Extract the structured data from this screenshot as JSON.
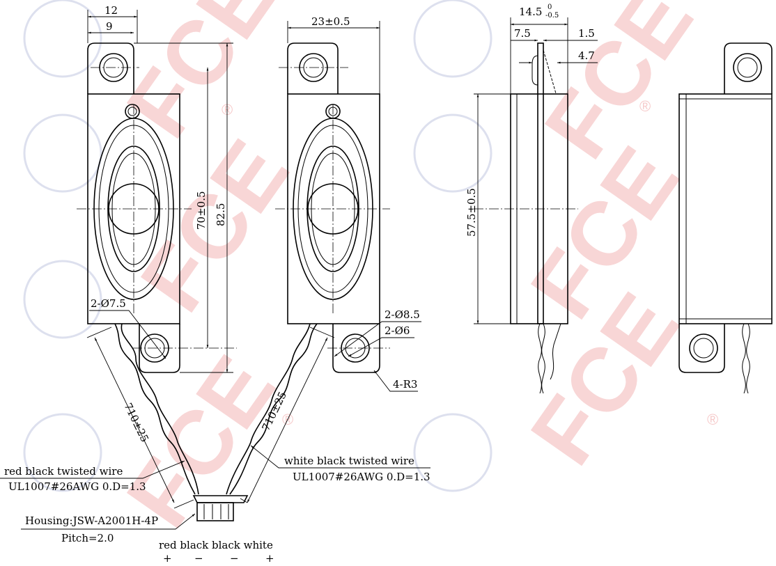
{
  "watermark": {
    "brand": "FCE",
    "registered": "®",
    "color": "#f6c9c9"
  },
  "front_view": {
    "width_outer": "12",
    "width_inner": "9",
    "hole_spacing": "70±0.5",
    "overall_length": "82.5",
    "mount_hole": "2-Ø7.5"
  },
  "rear_view": {
    "width": "23±0.5",
    "hole_outer": "2-Ø8.5",
    "hole_inner": "2-Ø6",
    "corner_radius": "4-R3"
  },
  "side_view": {
    "depth": "14.5",
    "tol_upper": "0",
    "tol_lower": "-0.5",
    "dim_a": "7.5",
    "dim_b": "1.5",
    "dim_c": "4.7",
    "body_length": "57.5±0.5"
  },
  "wires": {
    "left_length": "710±25",
    "right_length": "710±25",
    "left_label": "red black twisted wire",
    "left_spec": "UL1007#26AWG 0.D=1.3",
    "right_label": "white black twisted wire",
    "right_spec": "UL1007#26AWG 0.D=1.3"
  },
  "connector": {
    "housing": "Housing:JSW-A2001H-4P",
    "pitch": "Pitch=2.0",
    "pin_colors": "red black black white",
    "polarity": [
      "+",
      "−",
      "−",
      "+"
    ]
  }
}
